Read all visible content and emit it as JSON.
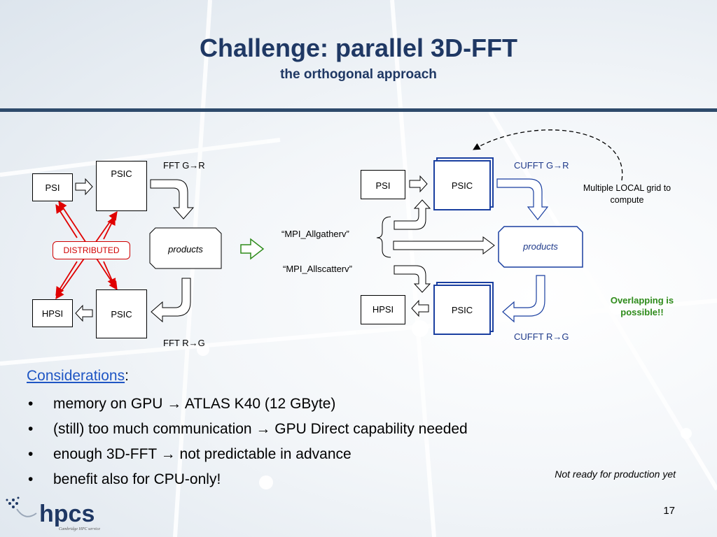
{
  "title": "Challenge: parallel 3D-FFT",
  "subtitle": "the orthogonal approach",
  "left_diagram": {
    "psi": "PSI",
    "psic_top": "PSIC",
    "psic_bottom": "PSIC",
    "hpsi": "HPSI",
    "products": "products",
    "distributed": "DISTRIBUTED",
    "fft_gr": "FFT G→R",
    "fft_rg": "FFT R→G"
  },
  "right_diagram": {
    "psi": "PSI",
    "psic_top": "PSIC",
    "psic_bottom": "PSIC",
    "hpsi": "HPSI",
    "products": "products",
    "cufft_gr": "CUFFT G→R",
    "cufft_rg": "CUFFT R→G",
    "allgatherv": "“MPI_Allgatherv”",
    "allscatterv": "“MPI_Allscatterv”",
    "multiple_local": "Multiple LOCAL grid to compute",
    "overlapping": "Overlapping is possible!!"
  },
  "considerations": {
    "heading": "Considerations",
    "colon": ":",
    "bullets": [
      "memory on GPU → ATLAS K40 (12 GByte)",
      "(still) too much communication → GPU Direct capability needed",
      "enough 3D-FFT → not predictable in advance",
      "benefit also for CPU-only!"
    ]
  },
  "note": "Not ready for production yet",
  "page_number": "17",
  "logo": {
    "text": "hpcs",
    "tagline": "Cambridge HPC service"
  },
  "colors": {
    "title": "#1f3864",
    "distributed": "#d00000",
    "gpu_blue": "#1f3a8a",
    "overlap_green": "#2e8b1a",
    "link": "#1f56c4"
  }
}
